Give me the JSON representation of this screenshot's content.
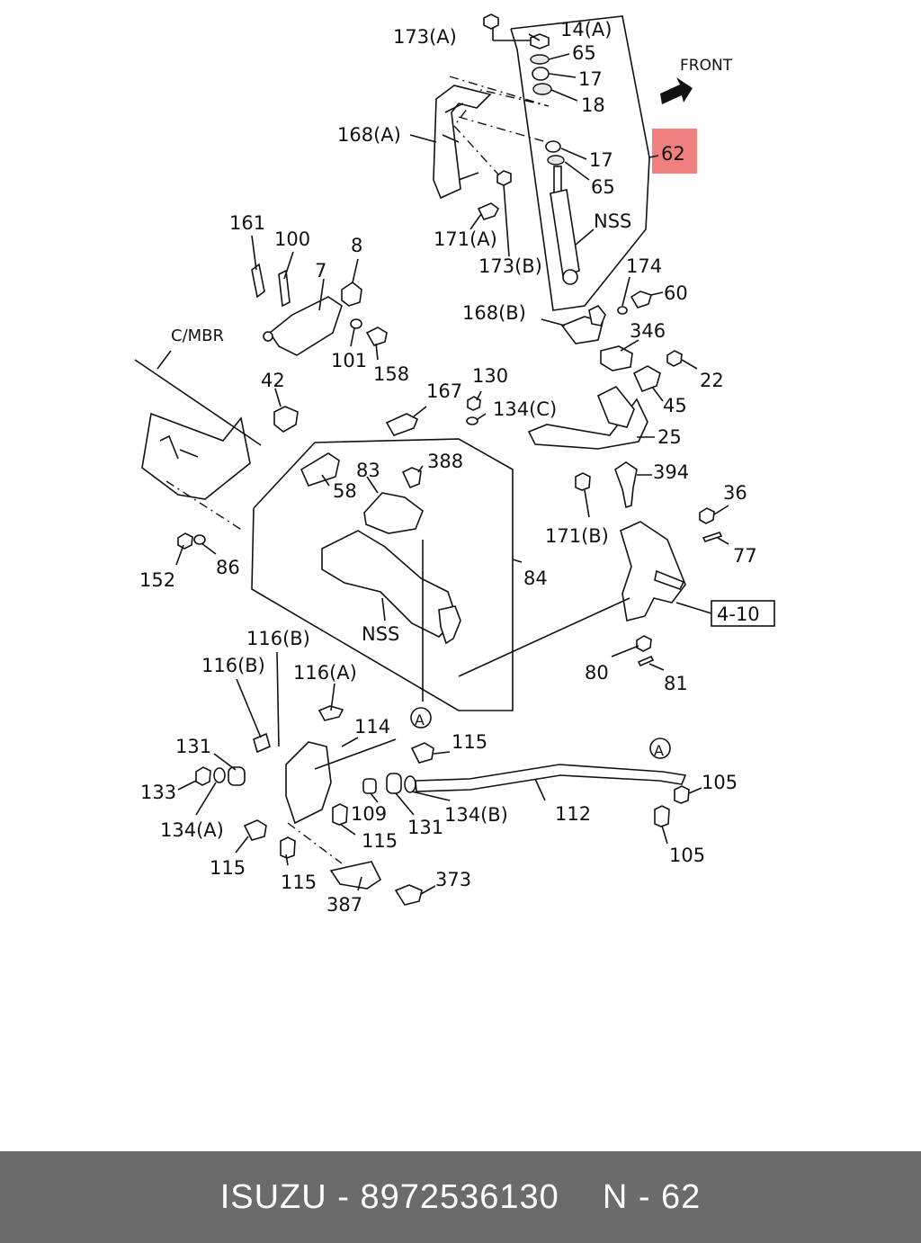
{
  "diagram": {
    "direction_label": "FRONT",
    "highlight_label": "62",
    "highlight_color": "#f08080",
    "ref_box_label": "4-10",
    "section_marker": "A",
    "labels": {
      "l173a": "173(A)",
      "l14a": "14(A)",
      "l65a": "65",
      "l17a": "17",
      "l18": "18",
      "l168a": "168(A)",
      "l17b": "17",
      "l65b": "65",
      "l171a": "171(A)",
      "l173b": "173(B)",
      "lnss1": "NSS",
      "l161": "161",
      "l100": "100",
      "l8": "8",
      "l7": "7",
      "l174": "174",
      "l60": "60",
      "l168b": "168(B)",
      "lcmbr": "C/MBR",
      "l101": "101",
      "l158": "158",
      "l346": "346",
      "l22": "22",
      "l42": "42",
      "l167": "167",
      "l130": "130",
      "l134c": "134(C)",
      "l45": "45",
      "l25": "25",
      "l83": "83",
      "l388": "388",
      "l58": "58",
      "l394": "394",
      "l171b": "171(B)",
      "l36": "36",
      "l152": "152",
      "l86": "86",
      "l84": "84",
      "l77": "77",
      "lnss2": "NSS",
      "l80": "80",
      "l81": "81",
      "l116b1": "116(B)",
      "l116b2": "116(B)",
      "l116a": "116(A)",
      "l114": "114",
      "l115a": "115",
      "l131a": "131",
      "l133": "133",
      "l105a": "105",
      "l134a": "134(A)",
      "l109": "109",
      "l131b": "131",
      "l134b": "134(B)",
      "l112": "112",
      "l115b": "115",
      "l115c": "115",
      "l115d": "115",
      "l105b": "105",
      "l373": "373",
      "l387": "387"
    }
  },
  "footer": {
    "brand": "ISUZU",
    "dash": "-",
    "part_number": "8972536130",
    "sheet": "N - 62"
  }
}
